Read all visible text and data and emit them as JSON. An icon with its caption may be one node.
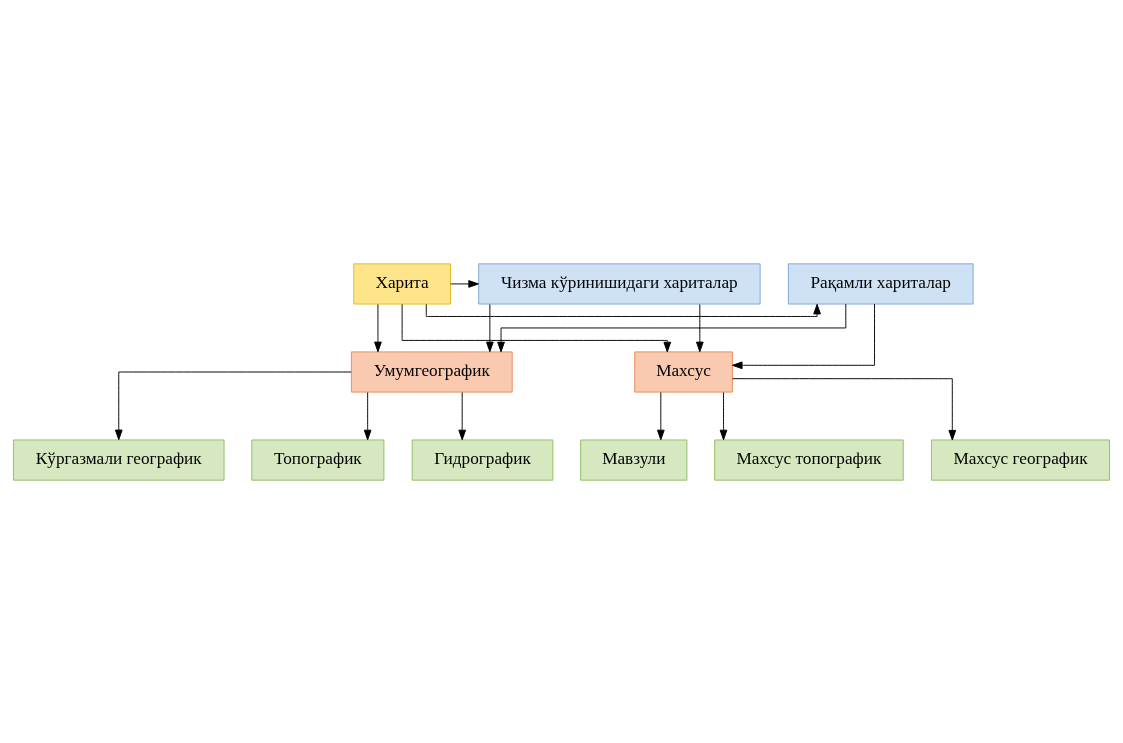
{
  "diagram": {
    "nodes": [
      {
        "text": [
          "Харита"
        ]
      },
      {
        "text": [
          "Чизма кўринишидаги хариталар"
        ]
      },
      {
        "text": [
          "Рақамли хариталар"
        ]
      },
      {
        "text": [
          "Умумгеографик"
        ]
      },
      {
        "text": [
          "Махсус"
        ]
      },
      {
        "text": [
          "Кўргазмали географик"
        ]
      },
      {
        "text": [
          "Топографик"
        ]
      },
      {
        "text": [
          "Гидрографик"
        ]
      },
      {
        "text": [
          "Мавзули"
        ]
      },
      {
        "text": [
          "Махсус топографик"
        ]
      },
      {
        "text": [
          "Махсус географик"
        ]
      }
    ],
    "edges": [
      {
        "from": 0,
        "to": 1,
        "arrow": "to"
      },
      {
        "from": 0,
        "to": 2,
        "arrow": "to"
      },
      {
        "from": 0,
        "to": 3,
        "arrow": "to"
      },
      {
        "from": 0,
        "to": 4,
        "arrow": "to"
      },
      {
        "from": 1,
        "to": 3,
        "arrow": "to"
      },
      {
        "from": 1,
        "to": 4,
        "arrow": "to"
      },
      {
        "from": 2,
        "to": 3,
        "arrow": "to"
      },
      {
        "from": 2,
        "to": 4,
        "arrow": "to"
      },
      {
        "from": 3,
        "to": 5,
        "arrow": "to"
      },
      {
        "from": 3,
        "to": 6,
        "arrow": "to"
      },
      {
        "from": 3,
        "to": 7,
        "arrow": "to"
      },
      {
        "from": 4,
        "to": 8,
        "arrow": "to"
      },
      {
        "from": 4,
        "to": 9,
        "arrow": "to"
      },
      {
        "from": 4,
        "to": 10,
        "arrow": "to"
      }
    ]
  }
}
